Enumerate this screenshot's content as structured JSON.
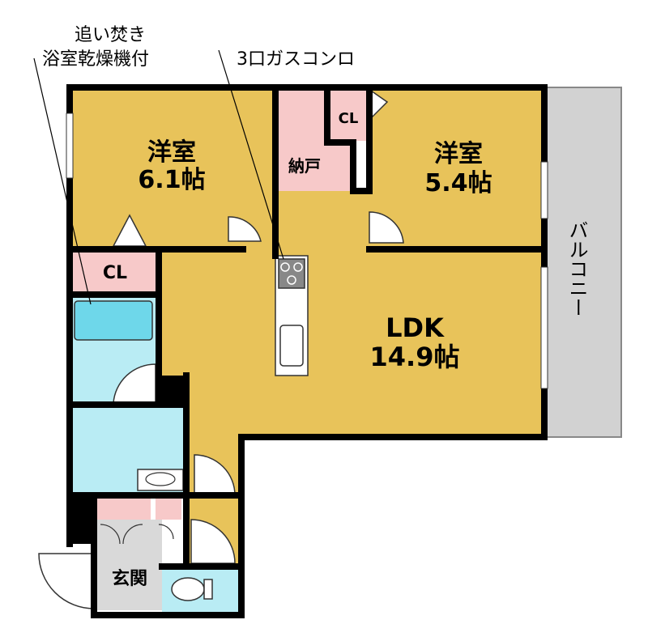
{
  "annotations": {
    "bath_note_line1": "追い焚き",
    "bath_note_line2": "浴室乾燥機付",
    "stove_note": "3口ガスコンロ"
  },
  "rooms": {
    "western1_name": "洋室",
    "western1_size": "6.1帖",
    "western2_name": "洋室",
    "western2_size": "5.4帖",
    "storage": "納戸",
    "closet1": "CL",
    "closet2": "CL",
    "ldk_name": "LDK",
    "ldk_size": "14.9帖",
    "balcony": "バルコニー",
    "entrance": "玄関"
  },
  "colors": {
    "room": "#E8C35A",
    "closet": "#F7C9C9",
    "wet": "#B9ECF4",
    "tub": "#6ED7EA",
    "balcony": "#D2D2D2",
    "entrance": "#D9D9D9",
    "wall": "#000000"
  }
}
